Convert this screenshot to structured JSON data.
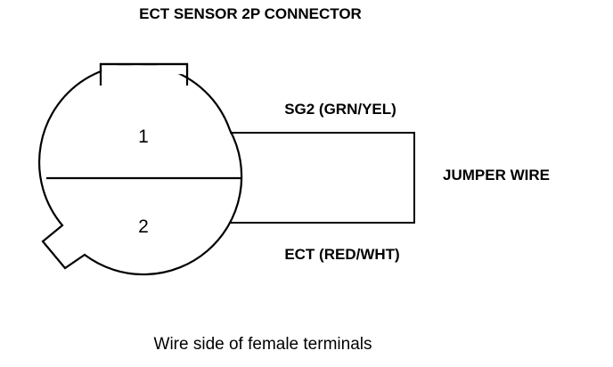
{
  "diagram": {
    "title": "ECT SENSOR 2P CONNECTOR",
    "pins": {
      "pin1": "1",
      "pin2": "2"
    },
    "wires": {
      "top_wire": "SG2 (GRN/YEL)",
      "bottom_wire": "ECT (RED/WHT)",
      "jumper": "JUMPER WIRE"
    },
    "caption": "Wire side of female terminals",
    "colors": {
      "line": "#000000",
      "background": "#ffffff"
    }
  }
}
